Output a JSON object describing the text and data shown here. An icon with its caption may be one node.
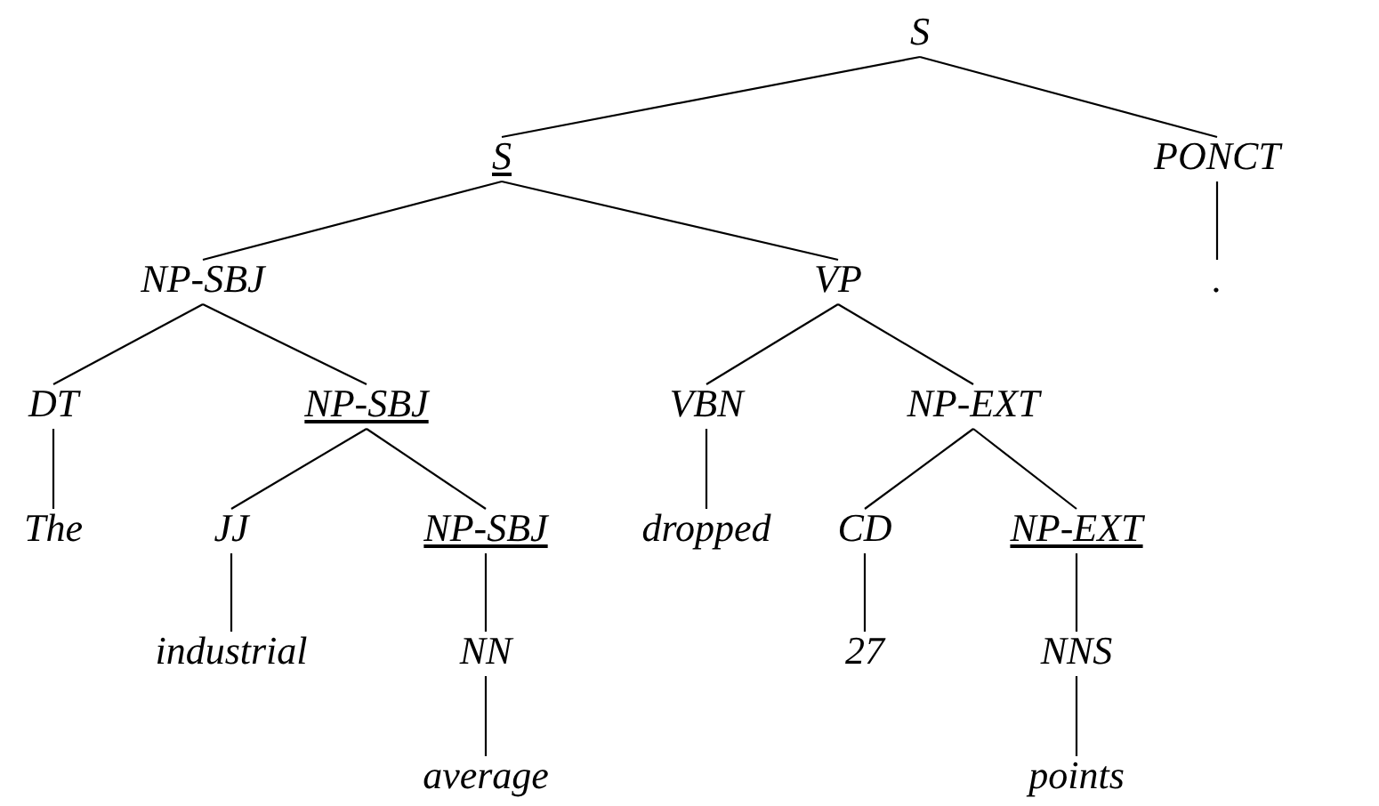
{
  "diagram": {
    "nodes": [
      {
        "text": [
          "S"
        ]
      },
      {
        "text": [
          "S"
        ]
      },
      {
        "text": [
          "PONCT"
        ]
      },
      {
        "text": [
          "NP-SBJ"
        ]
      },
      {
        "text": [
          "VP"
        ]
      },
      {
        "text": [
          "."
        ]
      },
      {
        "text": [
          "DT"
        ]
      },
      {
        "text": [
          "NP-SBJ"
        ]
      },
      {
        "text": [
          "VBN"
        ]
      },
      {
        "text": [
          "NP-EXT"
        ]
      },
      {
        "text": [
          "The"
        ]
      },
      {
        "text": [
          "JJ"
        ]
      },
      {
        "text": [
          "NP-SBJ"
        ]
      },
      {
        "text": [
          "dropped"
        ]
      },
      {
        "text": [
          "CD"
        ]
      },
      {
        "text": [
          "NP-EXT"
        ]
      },
      {
        "text": [
          "industrial"
        ]
      },
      {
        "text": [
          "NN"
        ]
      },
      {
        "text": [
          "27"
        ]
      },
      {
        "text": [
          "NNS"
        ]
      },
      {
        "text": [
          "average"
        ]
      },
      {
        "text": [
          "points"
        ]
      }
    ],
    "edges": [
      {
        "from": 0,
        "to": 1,
        "arrow": "none"
      },
      {
        "from": 0,
        "to": 2,
        "arrow": "none"
      },
      {
        "from": 1,
        "to": 3,
        "arrow": "none"
      },
      {
        "from": 1,
        "to": 4,
        "arrow": "none"
      },
      {
        "from": 2,
        "to": 5,
        "arrow": "none"
      },
      {
        "from": 3,
        "to": 6,
        "arrow": "none"
      },
      {
        "from": 3,
        "to": 7,
        "arrow": "none"
      },
      {
        "from": 4,
        "to": 8,
        "arrow": "none"
      },
      {
        "from": 4,
        "to": 9,
        "arrow": "none"
      },
      {
        "from": 6,
        "to": 10,
        "arrow": "none"
      },
      {
        "from": 7,
        "to": 11,
        "arrow": "none"
      },
      {
        "from": 7,
        "to": 12,
        "arrow": "none"
      },
      {
        "from": 8,
        "to": 13,
        "arrow": "none"
      },
      {
        "from": 9,
        "to": 14,
        "arrow": "none"
      },
      {
        "from": 9,
        "to": 15,
        "arrow": "none"
      },
      {
        "from": 11,
        "to": 16,
        "arrow": "none"
      },
      {
        "from": 12,
        "to": 17,
        "arrow": "none"
      },
      {
        "from": 14,
        "to": 18,
        "arrow": "none"
      },
      {
        "from": 15,
        "to": 19,
        "arrow": "none"
      },
      {
        "from": 17,
        "to": 20,
        "arrow": "none"
      },
      {
        "from": 19,
        "to": 21,
        "arrow": "none"
      }
    ]
  }
}
